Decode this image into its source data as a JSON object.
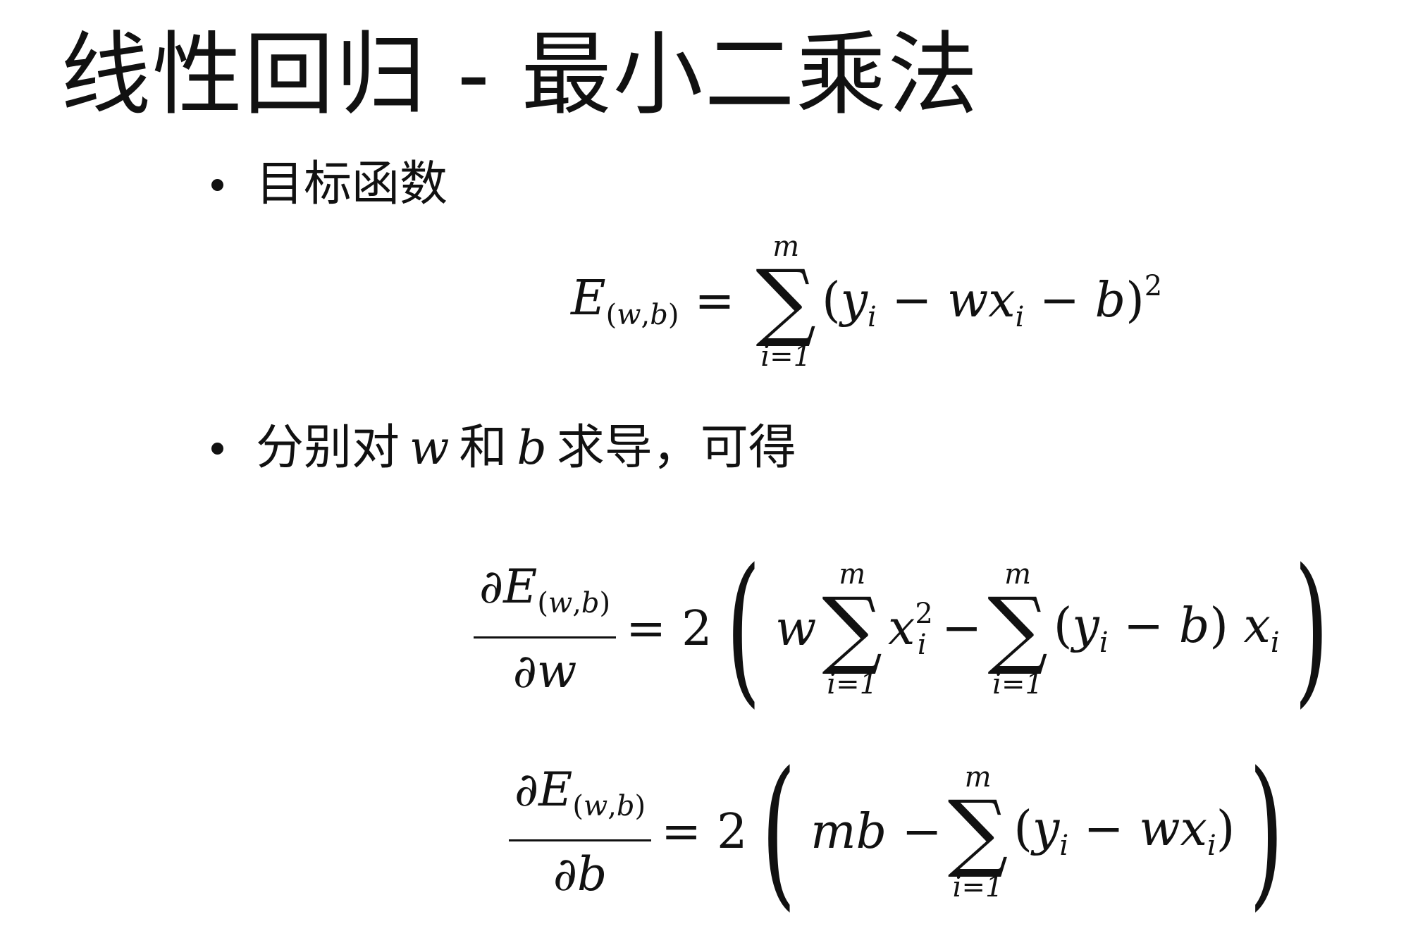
{
  "title": "线性回归 - 最小二乘法",
  "bullets": [
    {
      "text": "目标函数"
    },
    {
      "text_before": "分别对",
      "var1": "w",
      "text_mid": "和",
      "var2": "b",
      "text_after": "求导，可得"
    }
  ],
  "equations": {
    "objective": "E(w,b) = Σ_{i=1}^{m} (y_i − w x_i − b)^2",
    "partial_w": "∂E(w,b)/∂w = 2 ( w Σ_{i=1}^{m} x_i^2 − Σ_{i=1}^{m} (y_i − b) x_i )",
    "partial_b": "∂E(w,b)/∂b = 2 ( m b − Σ_{i=1}^{m} (y_i − w x_i) )"
  }
}
